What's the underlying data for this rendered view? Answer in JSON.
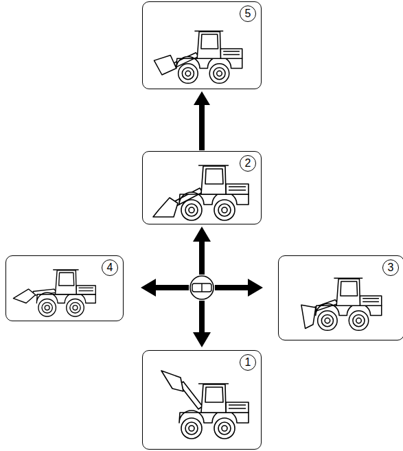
{
  "diagram": {
    "nodes": [
      {
        "text": [
          "5"
        ]
      },
      {
        "text": [
          "2"
        ]
      },
      {
        "text": [
          "4"
        ]
      },
      {
        "text": [
          "3"
        ]
      },
      {
        "text": [
          "1"
        ]
      }
    ],
    "edges": [
      {
        "from": 1,
        "to": 0,
        "arrow": "to"
      }
    ]
  }
}
